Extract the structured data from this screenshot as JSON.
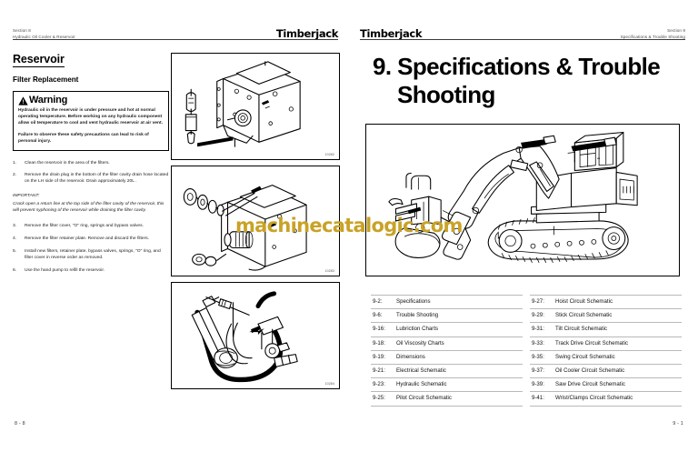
{
  "brand": "Timberjack",
  "left_page": {
    "header": {
      "section": "Section 8",
      "subject": "Hydraulic Oil Cooler & Reservoir"
    },
    "title": "Reservoir",
    "subtitle": "Filter Replacement",
    "warning": {
      "label": "Warning",
      "paragraph1": "Hydraulic oil in the reservoir is under pressure and hot at normal operating temperature. Before working on any hydraulic component allow oil temperature to cool and vent hydraulic reservoir at air vent.",
      "paragraph2": "Failure to observe these safety precautions can lead to risk of personal injury."
    },
    "steps": [
      {
        "num": "1.",
        "text": "Clean the reservoir in the area of the filters."
      },
      {
        "num": "2.",
        "text": "Remove the drain plug in the bottom of the filter cavity drain hose located on the LH side of the reservoir. Drain approximately 20L ."
      },
      {
        "num": "3.",
        "text": "Remove the filter cover, \"O\" ring, springs and bypass valves."
      },
      {
        "num": "4.",
        "text": "Remove the filter retainer plate. Remove and discard the filters."
      },
      {
        "num": "5.",
        "text": "Install new filters, retainer plate, bypass valves, springs, \"O\" ring, and filter cover in reverse order as removed."
      },
      {
        "num": "6.",
        "text": "Use the hand pump to refill the reservoir."
      }
    ],
    "important": {
      "heading": "IMPORTANT:",
      "body": "Crack open a return line at the top side of the filter cavity of the reservoir, this will prevent syphoning of the reservoir while draining the filter cavity."
    },
    "figures": [
      {
        "name": "reservoir-tank-assembly",
        "caption": "10282"
      },
      {
        "name": "filter-exploded-view",
        "caption": "10283"
      },
      {
        "name": "hand-pump-hoses",
        "caption": "10284"
      }
    ],
    "footer": "8 - 8"
  },
  "right_page": {
    "header": {
      "section": "Section 9",
      "subject": "Specifications & Trouble Shooting"
    },
    "title_line1": "9. Specifications & Trouble",
    "title_line2": "Shooting",
    "illustration": "tracked-feller-buncher-harvester",
    "toc_left": [
      {
        "page": "9-2:",
        "label": "Specifications"
      },
      {
        "page": "9-6:",
        "label": "Trouble Shooting"
      },
      {
        "page": "9-16:",
        "label": "Lubriction Charts"
      },
      {
        "page": "9-18:",
        "label": "Oil Viscosity Charts"
      },
      {
        "page": "9-19:",
        "label": "Dimensions"
      },
      {
        "page": "9-21:",
        "label": "Electrical Schematic"
      },
      {
        "page": "9-23:",
        "label": "Hydraulic Schematic"
      },
      {
        "page": "9-25:",
        "label": "Pilot Circuit Schematic"
      }
    ],
    "toc_right": [
      {
        "page": "9-27:",
        "label": "Hoist Circuit Schematic"
      },
      {
        "page": "9-29:",
        "label": "Stick Circuit Schematic"
      },
      {
        "page": "9-31:",
        "label": "Tilt Circuit Schematic"
      },
      {
        "page": "9-33:",
        "label": "Track Drive Circuit Schematic"
      },
      {
        "page": "9-35:",
        "label": "Swing Circuit Schematic"
      },
      {
        "page": "9-37:",
        "label": "Oil Cooler Circuit Schematic"
      },
      {
        "page": "9-39:",
        "label": "Saw Drive Circuit Schematic"
      },
      {
        "page": "9-41:",
        "label": "Wrist/Clamps Circuit Schematic"
      }
    ],
    "footer": "9 - 1"
  },
  "watermark": {
    "text": "machinecatalogic.com",
    "color": "#c9a227"
  }
}
